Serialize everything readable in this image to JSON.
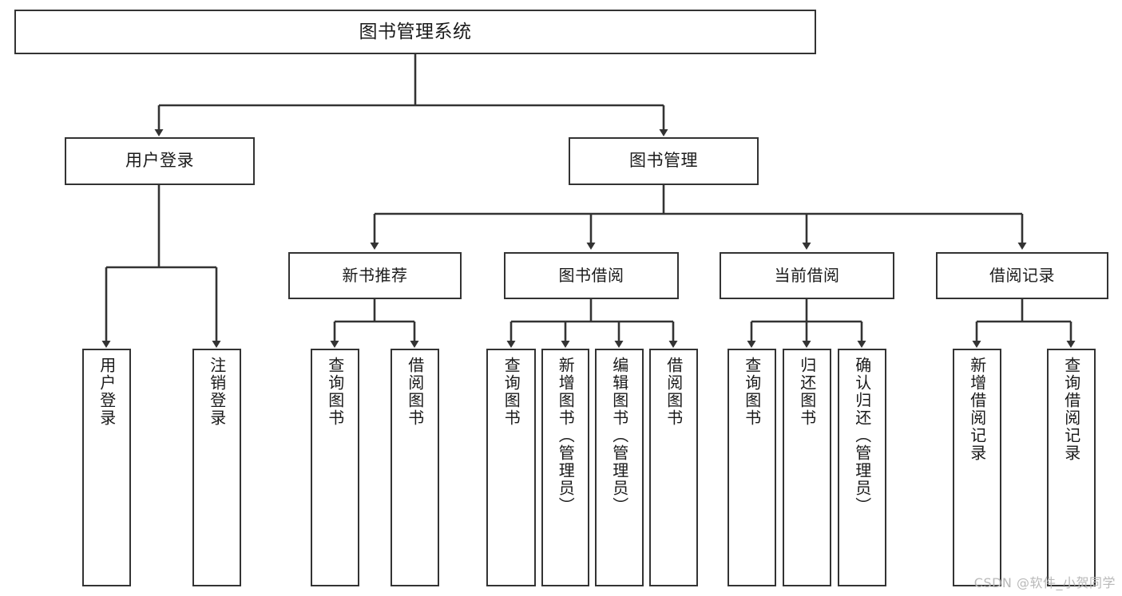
{
  "diagram": {
    "title": "图书管理系统",
    "type": "tree-hierarchy",
    "orientation": "top-down",
    "colors": {
      "box_border": "#333333",
      "box_fill": "#ffffff",
      "edge": "#333333",
      "text": "#1a1a1a",
      "watermark": "#b9b9b9",
      "background": "#ffffff"
    },
    "root": {
      "label": "图书管理系统"
    },
    "level1": [
      {
        "label": "用户登录"
      },
      {
        "label": "图书管理"
      }
    ],
    "level2": [
      {
        "label": "新书推荐"
      },
      {
        "label": "图书借阅"
      },
      {
        "label": "当前借阅"
      },
      {
        "label": "借阅记录"
      }
    ],
    "leaves": {
      "user_login": [
        {
          "label": "用户登录"
        },
        {
          "label": "注销登录"
        }
      ],
      "new_book_recommend": [
        {
          "label": "查询图书"
        },
        {
          "label": "借阅图书"
        }
      ],
      "book_borrow": [
        {
          "label": "查询图书"
        },
        {
          "label": "新增图书（管理员）"
        },
        {
          "label": "编辑图书（管理员）"
        },
        {
          "label": "借阅图书"
        }
      ],
      "current_borrow": [
        {
          "label": "查询图书"
        },
        {
          "label": "归还图书"
        },
        {
          "label": "确认归还（管理员）"
        }
      ],
      "borrow_record": [
        {
          "label": "新增借阅记录"
        },
        {
          "label": "查询借阅记录"
        }
      ]
    },
    "watermark": "CSDN @软件_小贺同学"
  }
}
